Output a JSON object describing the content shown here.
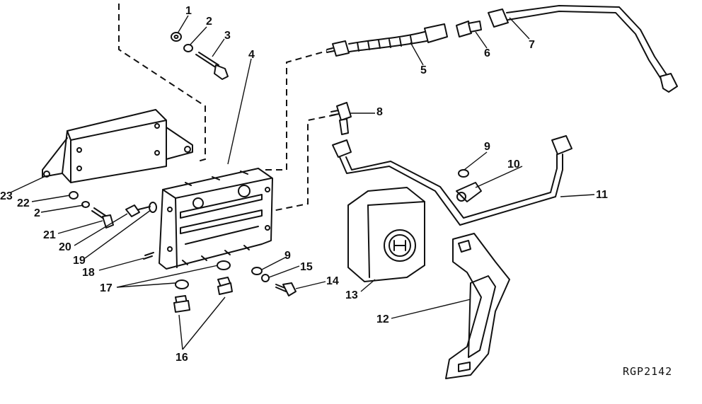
{
  "figure": {
    "reference_code": "RGP2142"
  },
  "callouts": [
    {
      "id": "c1",
      "label": "1"
    },
    {
      "id": "c2",
      "label": "2"
    },
    {
      "id": "c3",
      "label": "3"
    },
    {
      "id": "c4",
      "label": "4"
    },
    {
      "id": "c5",
      "label": "5"
    },
    {
      "id": "c6",
      "label": "6"
    },
    {
      "id": "c7",
      "label": "7"
    },
    {
      "id": "c8",
      "label": "8"
    },
    {
      "id": "c9a",
      "label": "9"
    },
    {
      "id": "c10",
      "label": "10"
    },
    {
      "id": "c11",
      "label": "11"
    },
    {
      "id": "c12",
      "label": "12"
    },
    {
      "id": "c13",
      "label": "13"
    },
    {
      "id": "c14",
      "label": "14"
    },
    {
      "id": "c15",
      "label": "15"
    },
    {
      "id": "c16",
      "label": "16"
    },
    {
      "id": "c17",
      "label": "17"
    },
    {
      "id": "c18",
      "label": "18"
    },
    {
      "id": "c19",
      "label": "19"
    },
    {
      "id": "c20",
      "label": "20"
    },
    {
      "id": "c21",
      "label": "21"
    },
    {
      "id": "c22",
      "label": "22"
    },
    {
      "id": "c2b",
      "label": "2"
    },
    {
      "id": "c23",
      "label": "23"
    },
    {
      "id": "c9b",
      "label": "9"
    }
  ]
}
